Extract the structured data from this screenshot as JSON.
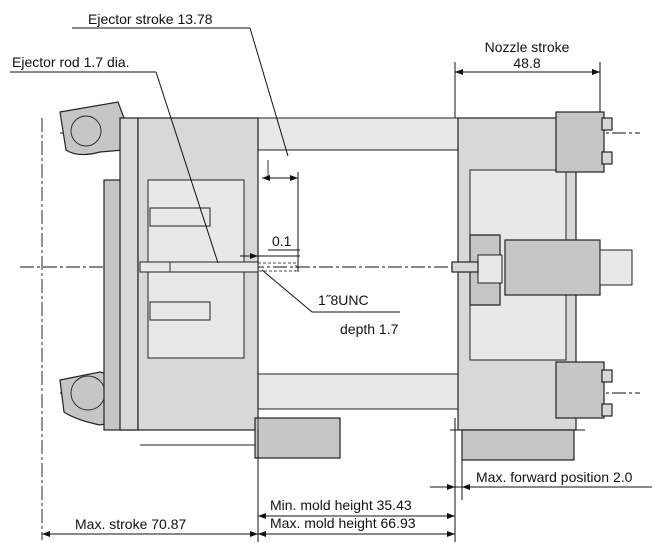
{
  "labels": {
    "ejector_stroke": "Ejector stroke 13.78",
    "ejector_rod": "Ejector rod 1.7 dia.",
    "nozzle_stroke_title": "Nozzle stroke",
    "nozzle_stroke_value": "48.8",
    "clearance": "0.1",
    "thread_spec": "1˝8UNC",
    "thread_depth": "depth 1.7",
    "max_forward_position": "Max. forward position 2.0",
    "min_mold_height": "Min. mold height  35.43",
    "max_mold_height": "Max. mold height  66.93",
    "max_stroke": "Max. stroke 70.87"
  }
}
